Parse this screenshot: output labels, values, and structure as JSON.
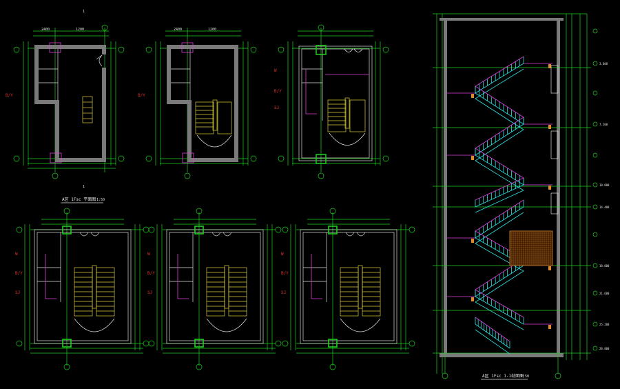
{
  "title_plan": "A区 1Fsc 平面图",
  "title_plan_scale": "1:50",
  "title_section": "A区 1Fsc 1-1剖面图",
  "title_section_scale": "1:50",
  "plan_top_labels": [
    "2400",
    "1200",
    "2400"
  ],
  "plan_side_labels": [
    "B/Y",
    "B/Y",
    "B/Y"
  ],
  "elev_labels": [
    "3.600",
    "7.200",
    "10.800",
    "14.400",
    "18.000",
    "21.600",
    "25.200",
    "28.800"
  ],
  "colors": {
    "grid": "#1fd21f",
    "wall": "#7a7a7a",
    "stair": "#e0d03a",
    "column": "#e040e0",
    "railing": "#2ee0e0",
    "annotation": "#e03030"
  }
}
